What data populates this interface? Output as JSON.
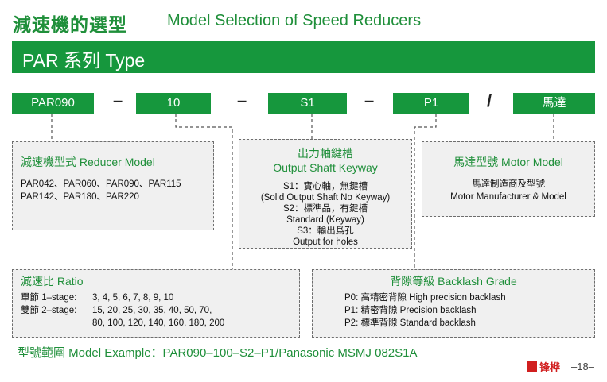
{
  "title": {
    "cn": "減速機的選型",
    "en": "Model Selection of Speed Reducers"
  },
  "band": {
    "text": "PAR  系列 Type"
  },
  "code": {
    "model": "PAR090",
    "ratio": "10",
    "shaft": "S1",
    "backlash": "P1",
    "motor": "馬達",
    "dash": "–",
    "slash": "/"
  },
  "reducer_model": {
    "head": "減速機型式 Reducer Model",
    "lines": [
      "PAR042、PAR060、PAR090、PAR115",
      "PAR142、PAR180、PAR220"
    ]
  },
  "output_shaft": {
    "head_cn": "出力軸鍵槽",
    "head_en": "Output Shaft Keyway",
    "lines": [
      "S1：實心軸，無鍵槽",
      "(Solid Output Shaft No Keyway)",
      "S2：標準品，有鍵槽",
      "Standard (Keyway)",
      "S3：輸出爲孔",
      "Output for holes"
    ]
  },
  "motor_model": {
    "head": "馬達型號 Motor Model",
    "lines": [
      "馬達制造商及型號",
      "Motor Manufacturer & Model"
    ]
  },
  "ratio": {
    "head": "減速比 Ratio",
    "single_label": "單節 1–stage:",
    "single_values": "3, 4, 5, 6, 7, 8, 9, 10",
    "double_label": "雙節 2–stage:",
    "double_values_1": "15, 20, 25, 30, 35, 40, 50, 70,",
    "double_values_2": "80, 100, 120, 140, 160, 180, 200"
  },
  "backlash": {
    "head": "背隙等級 Backlash Grade",
    "lines": [
      "P0:  高精密背隙   High precision backlash",
      "P1:  精密背隙   Precision backlash",
      "P2:  標準背隙   Standard backlash"
    ]
  },
  "example": "型號範圍 Model Example：PAR090–100–S2–P1/Panasonic MSMJ 082S1A",
  "footer": {
    "brand": "锋桦",
    "page": "–18–"
  }
}
